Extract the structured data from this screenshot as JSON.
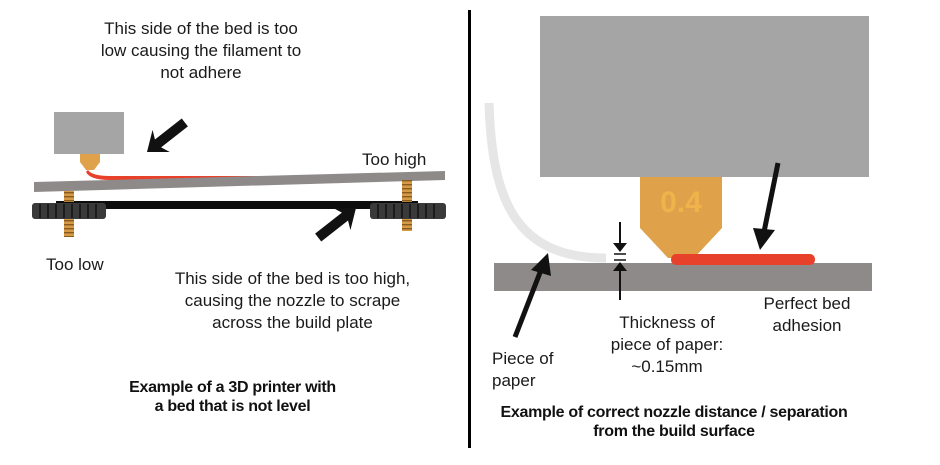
{
  "left_panel": {
    "top_annotation": "This side of the bed is too\nlow causing the filament to\nnot adhere",
    "too_high_label": "Too high",
    "too_low_label": "Too low",
    "bottom_annotation": "This side of the bed is too high,\ncausing the nozzle to scrape\nacross the build plate",
    "caption": "Example of a 3D printer with\na bed that is not level"
  },
  "right_panel": {
    "nozzle_size": "0.4",
    "perfect_label": "Perfect bed\nadhesion",
    "thickness_label": "Thickness of\npiece of paper:\n~0.15mm",
    "paper_label": "Piece of\npaper",
    "caption": "Example of correct nozzle distance / separation\nfrom the build surface"
  },
  "colors": {
    "hotend_block": "#a5a5a5",
    "nozzle": "#dfa24b",
    "filament": "#e8412b",
    "bed": "#8e8a8a",
    "plate": "#0d0d0d",
    "spring": "#d49a45",
    "knob": "#3a3a3a",
    "paper": "#e6e6e6",
    "arrow": "#111111",
    "divider": "#000000"
  }
}
